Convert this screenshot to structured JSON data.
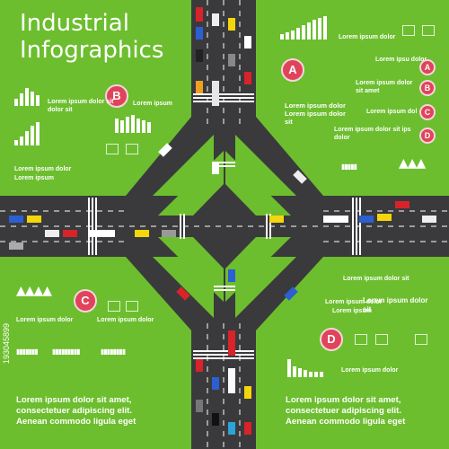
{
  "title": {
    "line1": "Industrial",
    "line2": "Infographics"
  },
  "badges": {
    "a": "A",
    "b": "B",
    "c": "C",
    "d": "D"
  },
  "labels": {
    "top_right_lorem": "Lorem ipsum dolor",
    "right_list": [
      "Lorem ipsu dolor",
      "Lorem ipsum dolor sit amet",
      "Lorem ipsum dol",
      "Lorem ipsum dolor sit ips dolor"
    ],
    "right_list_badges": [
      "A",
      "B",
      "C",
      "D"
    ],
    "mid_a": "Lorem ipsum dolor Lorem ipsum dolor sit",
    "left_b_line1": "Lorem ipsum dolor sit",
    "left_b_line2": "dolor sit",
    "left_b_ipsum": "Lorem ipsum",
    "left_mid_1": "Lorem ipsum dolor",
    "left_mid_2": "Lorem ipsum",
    "left_c": "Lorem ipsum dolor",
    "right_d_1": "Lorem ipsum dolor",
    "right_d_2": "Lorem ipsum",
    "right_d_big": "Lorem ipsum dolor sit",
    "right_mid": "Lorem ipsum dolor sit",
    "lower_left_mid": "Lorem ipsum dolor",
    "lower_right_mid": "Lorem ipsum dolor"
  },
  "footer": {
    "left": [
      "Lorem ipsum dolor sit amet,",
      "consectetuer adipiscing elit.",
      "Aenean commodo ligula eget"
    ],
    "right": [
      "Lorem ipsum dolor sit amet,",
      "consectetuer adipiscing elit.",
      "Aenean commodo ligula eget"
    ]
  },
  "stock_id": "193045899",
  "colors": {
    "grass": "#6cbe2e",
    "road": "#3a3a3c",
    "badge": "#e0445a",
    "lane": "#ffffff"
  }
}
